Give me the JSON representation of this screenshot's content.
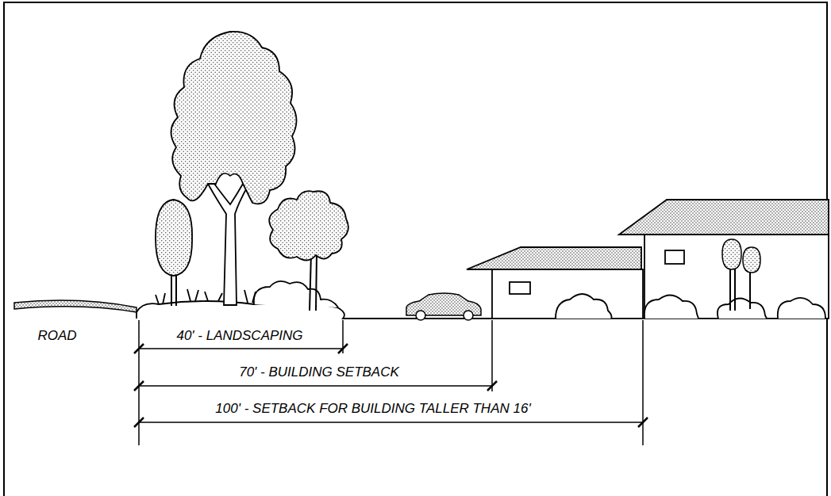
{
  "diagram": {
    "labels": [
      "ROAD",
      "40' - LANDSCAPING",
      "70' - BUILDING SETBACK",
      "100' - SETBACK FOR BUILDING TALLER THAN 16'"
    ]
  }
}
